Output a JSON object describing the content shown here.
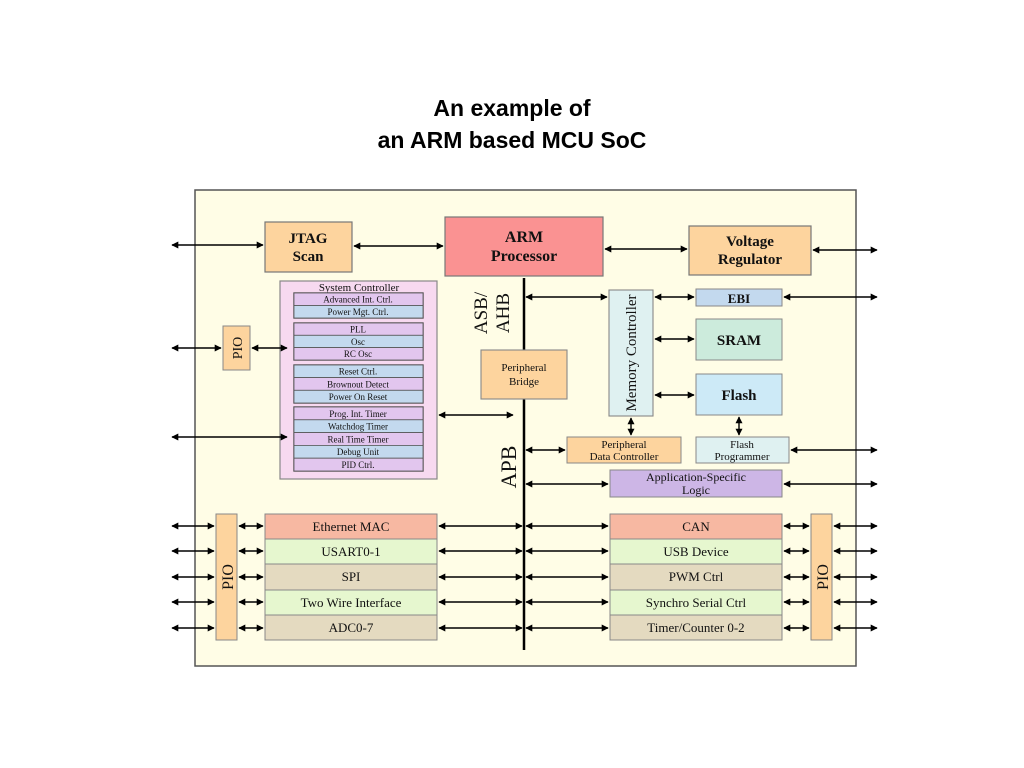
{
  "slide": {
    "title_line1": "An example of",
    "title_line2": "an ARM based MCU SoC"
  },
  "diagram": {
    "jtag": [
      "JTAG",
      "Scan"
    ],
    "arm": [
      "ARM",
      "Processor"
    ],
    "voltage": [
      "Voltage",
      "Regulator"
    ],
    "system_controller": {
      "title": "System Controller",
      "groups": [
        [
          "Advanced Int. Ctrl.",
          "Power Mgt. Ctrl."
        ],
        [
          "PLL",
          "Osc",
          "RC Osc"
        ],
        [
          "Reset Ctrl.",
          "Brownout Detect",
          "Power On Reset"
        ],
        [
          "Prog. Int. Timer",
          "Watchdog Timer",
          "Real Time Timer",
          "Debug Unit",
          "PID Ctrl."
        ]
      ]
    },
    "pio": "PIO",
    "bus_asb_ahb": [
      "ASB/",
      "AHB"
    ],
    "bus_apb": "APB",
    "peripheral_bridge": [
      "Peripheral",
      "Bridge"
    ],
    "memory_controller": "Memory Controller",
    "ebi": "EBI",
    "sram": "SRAM",
    "flash": "Flash",
    "peripheral_data_controller": [
      "Peripheral",
      "Data Controller"
    ],
    "flash_programmer": [
      "Flash",
      "Programmer"
    ],
    "app_logic": [
      "Application-Specific",
      "Logic"
    ],
    "left_peripherals": [
      "Ethernet MAC",
      "USART0-1",
      "SPI",
      "Two Wire Interface",
      "ADC0-7"
    ],
    "right_peripherals": [
      "CAN",
      "USB Device",
      "PWM Ctrl",
      "Synchro Serial Ctrl",
      "Timer/Counter 0-2"
    ],
    "colors": {
      "background": "#fffde6",
      "orange": "#fdd49e",
      "red": "#fa9292",
      "pink": "#f7d9f0",
      "blue": "#c3d9ee",
      "lavender": "#e2c6ee",
      "cyan": "#dff1f1",
      "green": "#ccebdc",
      "lightblue": "#cdeaf7",
      "purple": "#cdb6e6",
      "salmon": "#f7b8a2",
      "lightgreen": "#e6f7cf",
      "tan": "#e4dac0"
    }
  }
}
